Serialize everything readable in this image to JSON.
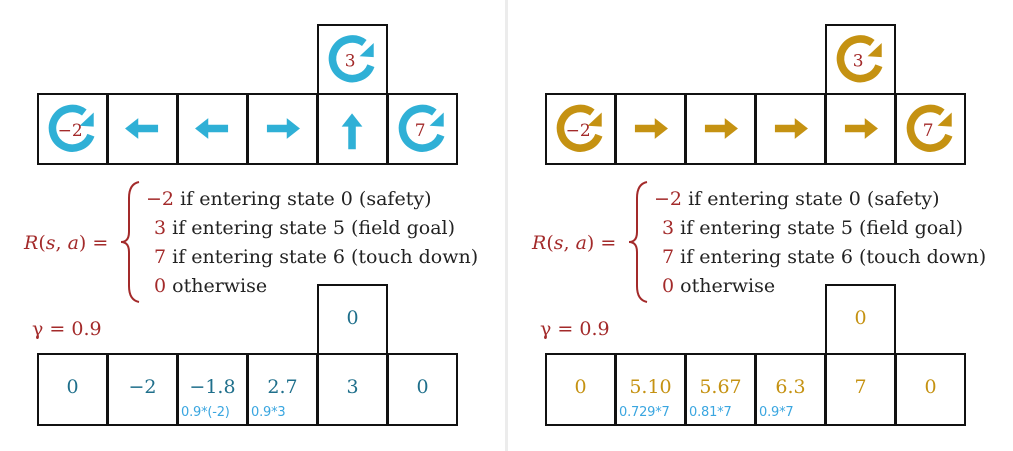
{
  "colors": {
    "left_accent": "#2fb0d6",
    "right_accent": "#c59212",
    "reward_red": "#a32a2a",
    "value_blue": "#1f6f8b",
    "note_blue": "#3aa6e0"
  },
  "panels": [
    {
      "id": "left",
      "policy_top_label": "3",
      "policy_labels": [
        "−2",
        "",
        "",
        "",
        "",
        "7"
      ],
      "policy_arrows": [
        "loop",
        "left",
        "left",
        "right",
        "up",
        "loop"
      ],
      "reward_label": "R(s, a) =",
      "cases": [
        {
          "value": "−2",
          "text": "if entering state 0 (safety)"
        },
        {
          "value": "3",
          "text": "if entering state 5 (field goal)"
        },
        {
          "value": "7",
          "text": "if entering state 6 (touch down)"
        },
        {
          "value": "0",
          "text": "otherwise"
        }
      ],
      "gamma": "γ = 0.9",
      "value_top": "0",
      "values": [
        "0",
        "−2",
        "−1.8",
        "2.7",
        "3",
        "0"
      ],
      "notes": [
        "",
        "",
        "0.9*(-2)",
        "0.9*3",
        "",
        ""
      ]
    },
    {
      "id": "right",
      "policy_top_label": "3",
      "policy_labels": [
        "−2",
        "",
        "",
        "",
        "",
        "7"
      ],
      "policy_arrows": [
        "loop",
        "right",
        "right",
        "right",
        "right",
        "loop"
      ],
      "reward_label": "R(s, a) =",
      "cases": [
        {
          "value": "−2",
          "text": "if entering state 0 (safety)"
        },
        {
          "value": "3",
          "text": "if entering state 5 (field goal)"
        },
        {
          "value": "7",
          "text": "if entering state 6 (touch down)"
        },
        {
          "value": "0",
          "text": "otherwise"
        }
      ],
      "gamma": "γ = 0.9",
      "value_top": "0",
      "values": [
        "0",
        "5.10",
        "5.67",
        "6.3",
        "7",
        "0"
      ],
      "notes": [
        "",
        "0.729*7",
        "0.81*7",
        "0.9*7",
        "",
        ""
      ]
    }
  ]
}
